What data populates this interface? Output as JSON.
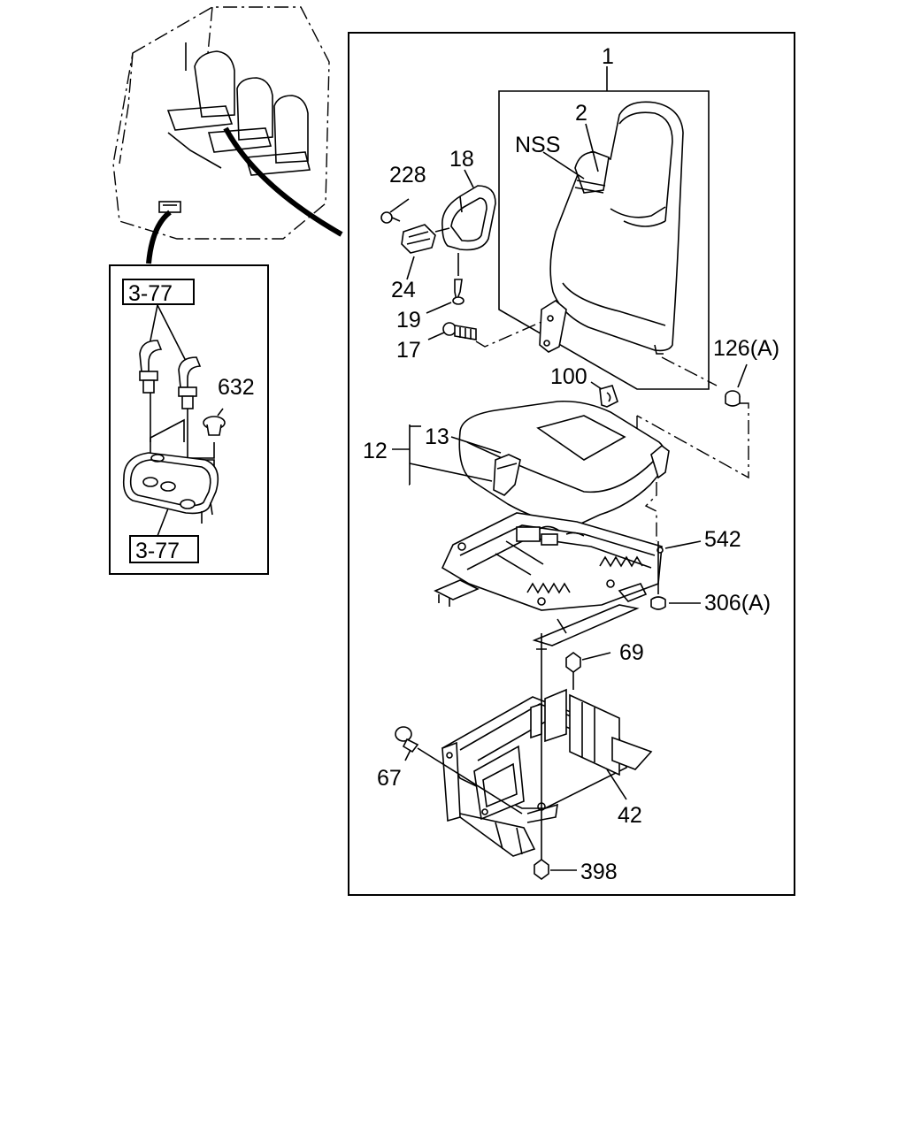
{
  "labels": {
    "p1": "1",
    "p2": "2",
    "nss": "NSS",
    "p228": "228",
    "p18": "18",
    "p24": "24",
    "p19": "19",
    "p17": "17",
    "p126": "126(A)",
    "p100": "100",
    "p12": "12",
    "p13": "13",
    "p542": "542",
    "p306": "306(A)",
    "p69": "69",
    "p67": "67",
    "p42": "42",
    "p398": "398",
    "p632": "632",
    "ref_top": "3-77",
    "ref_bottom": "3-77"
  }
}
